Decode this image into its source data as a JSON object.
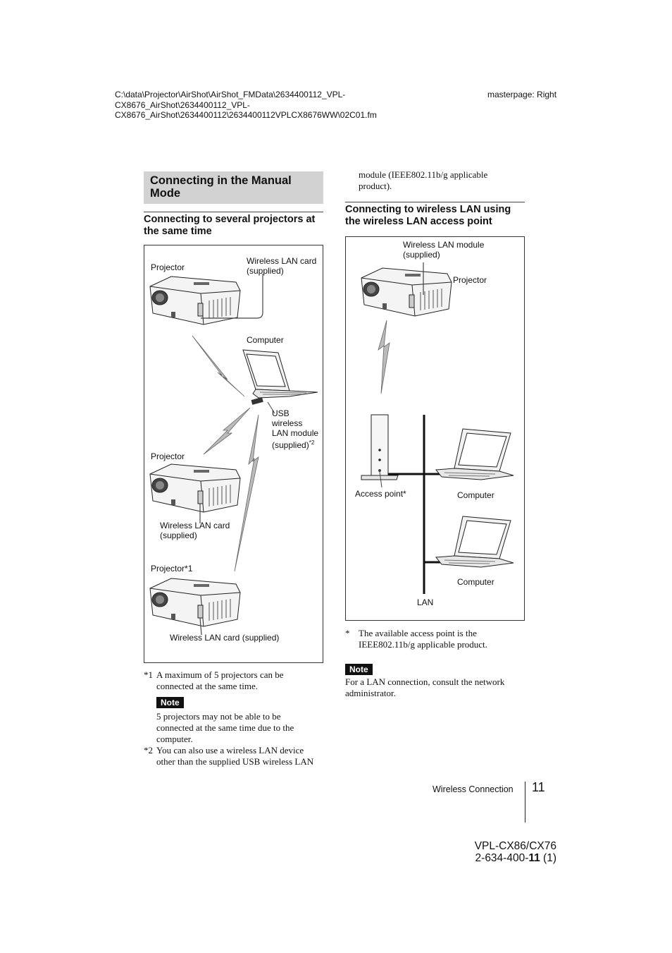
{
  "header": {
    "path_line1": "C:\\data\\Projector\\AirShot\\AirShot_FMData\\2634400112_VPL-",
    "path_line2": "CX8676_AirShot\\2634400112_VPL-",
    "path_line3": "CX8676_AirShot\\2634400112\\2634400112VPLCX8676WW\\02C01.fm",
    "masterpage": "masterpage: Right"
  },
  "section": {
    "title_line1": "Connecting in the Manual",
    "title_line2": "Mode"
  },
  "left": {
    "subheading_line1": "Connecting to several projectors at",
    "subheading_line2": "the same time",
    "diagram": {
      "projector1": "Projector",
      "wlan_card1_line1": "Wireless LAN card",
      "wlan_card1_line2": "(supplied)",
      "computer": "Computer",
      "usb_line1": "USB",
      "usb_line2": "wireless",
      "usb_line3": "LAN module",
      "usb_line4": "(supplied)",
      "usb_sup": "*2",
      "projector2": "Projector",
      "wlan_card2_line1": "Wireless LAN card",
      "wlan_card2_line2": "(supplied)",
      "projector3": "Projector*1",
      "wlan_card3": "Wireless LAN card (supplied)"
    },
    "fn1_mark": "*1",
    "fn1_line1": "A maximum of 5 projectors can be",
    "fn1_line2": "connected at the same time.",
    "note_label": "Note",
    "note_line1": "5 projectors may not be able to be",
    "note_line2": "connected at the same time due to the",
    "note_line3": "computer.",
    "fn2_mark": "*2",
    "fn2_line1": "You can also use a wireless LAN device",
    "fn2_line2": "other than the supplied USB wireless LAN"
  },
  "right": {
    "cont_line1": "module (IEEE802.11b/g applicable",
    "cont_line2": "product).",
    "subheading_line1": "Connecting to wireless LAN using",
    "subheading_line2": "the wireless LAN access point",
    "diagram": {
      "module_line1": "Wireless LAN module",
      "module_line2": "(supplied)",
      "projector": "Projector",
      "access_point": "Access point*",
      "computer1": "Computer",
      "computer2": "Computer",
      "lan": "LAN"
    },
    "fn_mark": "*",
    "fn_line1": "The available access point is the",
    "fn_line2": "IEEE802.11b/g applicable product.",
    "note_label": "Note",
    "note_line1": "For a LAN connection, consult the network",
    "note_line2": "administrator."
  },
  "footer": {
    "section_name": "Wireless Connection",
    "page_number": "11",
    "model": "VPL-CX86/CX76",
    "code_prefix": "2-634-400-",
    "code_bold": "11",
    "code_suffix": " (1)"
  }
}
